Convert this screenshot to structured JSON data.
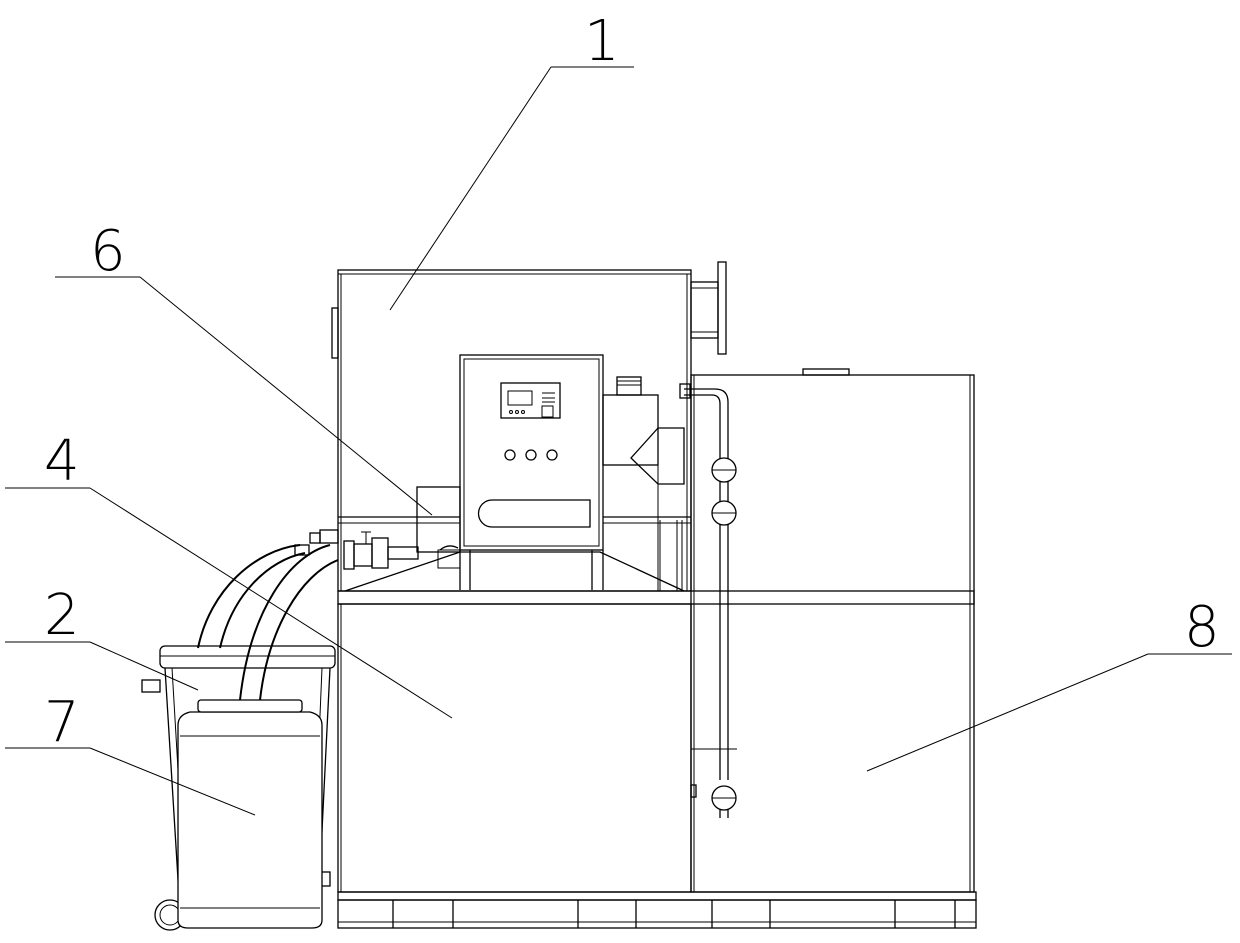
{
  "callouts": [
    {
      "id": "1",
      "label": "1"
    },
    {
      "id": "6",
      "label": "6"
    },
    {
      "id": "4",
      "label": "4"
    },
    {
      "id": "2",
      "label": "2"
    },
    {
      "id": "7",
      "label": "7"
    },
    {
      "id": "8",
      "label": "8"
    }
  ],
  "colors": {
    "line": "#000000",
    "background": "#ffffff"
  }
}
